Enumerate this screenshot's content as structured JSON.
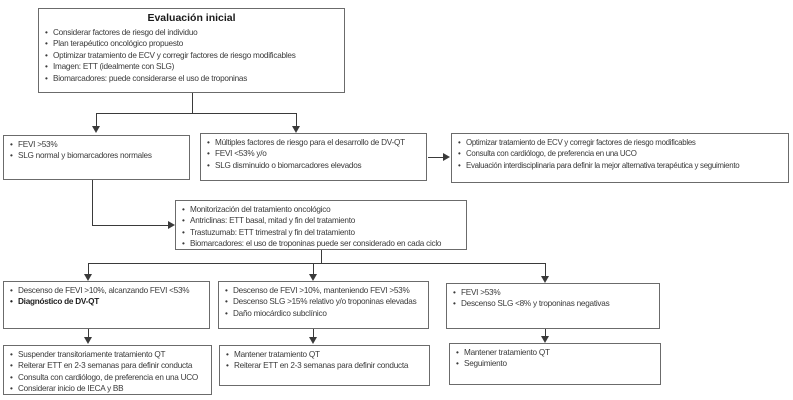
{
  "figure": {
    "type": "flowchart",
    "language": "es",
    "topic": "Evaluación y monitorización de cardiotoxicidad (DV-QT) durante tratamiento oncológico"
  },
  "colors": {
    "background": "#ffffff",
    "box_border": "#6b6b6b",
    "connector": "#3a3a3a",
    "text": "#3a3a3a",
    "bold_text": "#1f1f1f"
  },
  "boxes": {
    "evaluacion_inicial": {
      "title": "Evaluación inicial",
      "bullets": [
        "Considerar factores de riesgo del individuo",
        "Plan terapéutico oncológico propuesto",
        "Optimizar tratamiento de ECV y corregir factores de riesgo modificables",
        "Imagen: ETT (idealmente con SLG)",
        "Biomarcadores: puede considerarse el uso de troponinas"
      ]
    },
    "fevi_normal": {
      "bullets": [
        "FEVI >53%",
        "SLG normal y biomarcadores normales"
      ]
    },
    "riesgo_dvqt": {
      "bullets": [
        "Múltiples factores de riesgo para el desarrollo de DV-QT",
        "FEVI <53% y/o",
        "SLG disminuido o biomarcadores elevados"
      ]
    },
    "optimizar_consulta": {
      "bullets": [
        "Optimizar tratamiento de ECV y corregir factores de riesgo modificables",
        "Consulta con cardiólogo, de preferencia en una UCO",
        "Evaluación interdisciplinaria para definir la mejor alternativa terapéutica y seguimiento"
      ]
    },
    "monitorizacion": {
      "bullets": [
        "Monitorización del tratamiento oncológico",
        "Antriclinas: ETT basal, mitad y fin del tratamiento",
        "Trastuzumab: ETT trimestral y fin del tratamiento",
        "Biomarcadores: el uso de troponinas puede ser considerado en cada ciclo"
      ]
    },
    "descenso_dvqt": {
      "bullets": [
        "Descenso de FEVI >10%, alcanzando FEVI <53%",
        "Diagnóstico de DV-QT"
      ]
    },
    "dano_subclinico": {
      "bullets": [
        "Descenso de FEVI >10%, manteniendo FEVI >53%",
        "Descenso SLG >15% relativo y/o troponinas elevadas",
        "Daño miocárdico subclínico"
      ]
    },
    "fevi_estable": {
      "bullets": [
        "FEVI >53%",
        "Descenso SLG <8% y troponinas negativas"
      ]
    },
    "suspender_qt": {
      "bullets": [
        "Suspender transitoriamente tratamiento QT",
        "Reiterar ETT en 2-3 semanas para definir conducta",
        "Consulta con cardiólogo, de preferencia en una UCO",
        "Considerar inicio de IECA y BB"
      ]
    },
    "mantener_reiterar": {
      "bullets": [
        "Mantener tratamiento QT",
        "Reiterar ETT en 2-3 semanas para definir conducta"
      ]
    },
    "mantener_seguimiento": {
      "bullets": [
        "Mantener tratamiento QT",
        "Seguimiento"
      ]
    }
  },
  "edges": [
    {
      "from": "evaluacion_inicial",
      "to": "fevi_normal"
    },
    {
      "from": "evaluacion_inicial",
      "to": "riesgo_dvqt"
    },
    {
      "from": "riesgo_dvqt",
      "to": "optimizar_consulta"
    },
    {
      "from": "fevi_normal",
      "to": "monitorizacion"
    },
    {
      "from": "monitorizacion",
      "to": "descenso_dvqt"
    },
    {
      "from": "monitorizacion",
      "to": "dano_subclinico"
    },
    {
      "from": "monitorizacion",
      "to": "fevi_estable"
    },
    {
      "from": "descenso_dvqt",
      "to": "suspender_qt"
    },
    {
      "from": "dano_subclinico",
      "to": "mantener_reiterar"
    },
    {
      "from": "fevi_estable",
      "to": "mantener_seguimiento"
    }
  ]
}
